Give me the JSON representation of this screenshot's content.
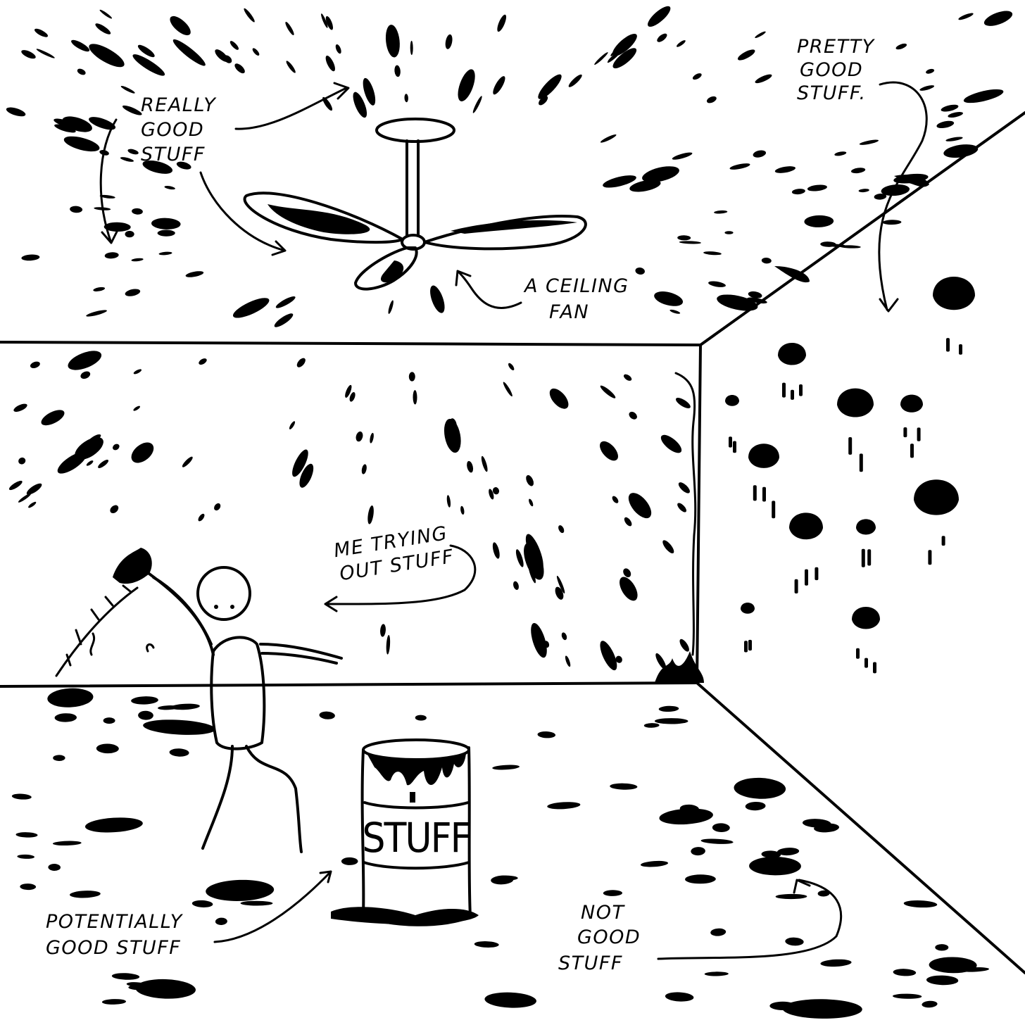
{
  "labels": {
    "really_good": [
      "REALLY",
      "GOOD",
      "STUFF"
    ],
    "pretty_good": [
      "PRETTY",
      "GOOD",
      "STUFF."
    ],
    "ceiling_fan": [
      "A CEILING",
      "FAN"
    ],
    "me_trying": [
      "ME TRYING",
      "OUT STUFF"
    ],
    "potentially_good": [
      "POTENTIALLY",
      "GOOD STUFF"
    ],
    "not_good": [
      "NOT",
      "GOOD",
      "STUFF"
    ]
  },
  "barrel": {
    "label": "STUFF"
  },
  "colors": {
    "ink": "#000000",
    "background": "#ffffff"
  }
}
